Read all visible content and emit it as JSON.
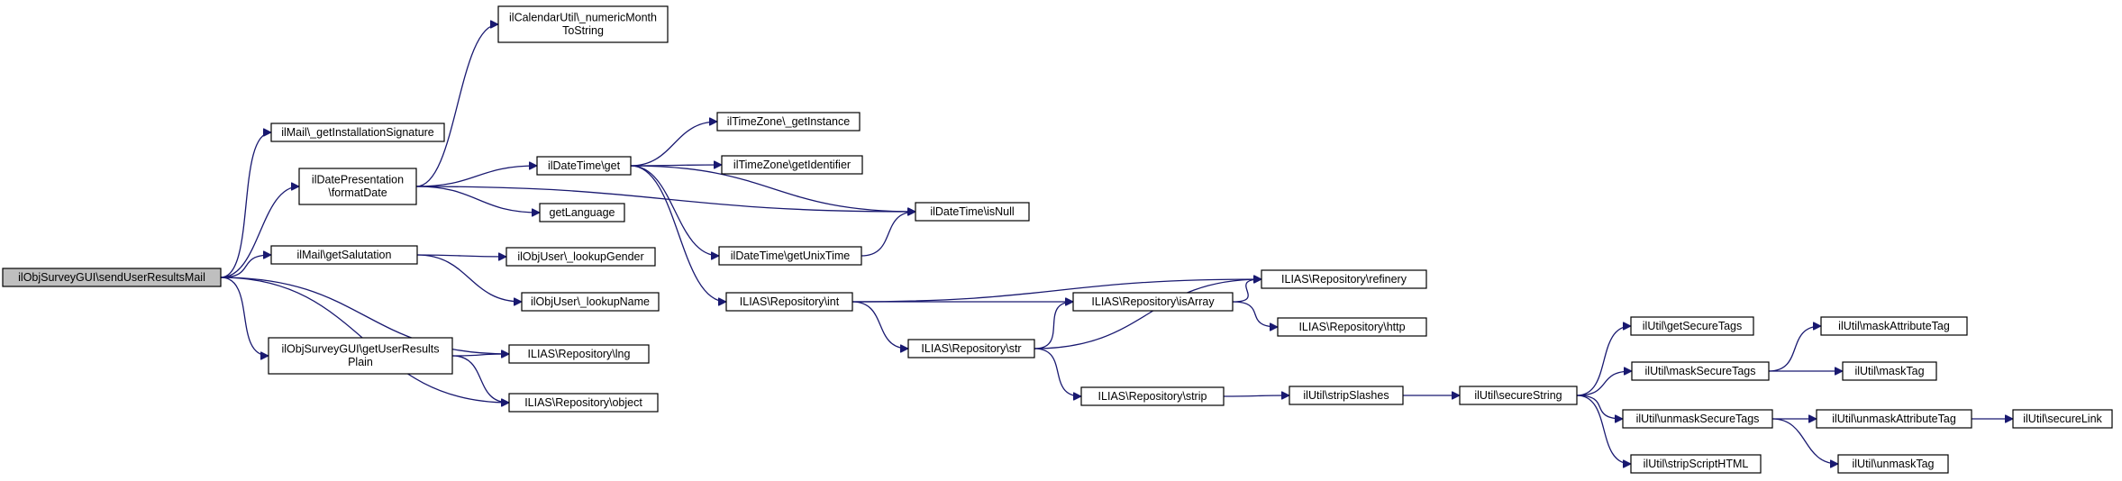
{
  "graph": {
    "nodes": [
      {
        "id": "root",
        "lines": [
          "ilObjSurveyGUI\\sendUserResultsMail"
        ],
        "root": true
      },
      {
        "id": "getInstSig",
        "lines": [
          "ilMail\\_getInstallationSignature"
        ]
      },
      {
        "id": "formatDate",
        "lines": [
          "ilDatePresentation",
          "\\formatDate"
        ]
      },
      {
        "id": "getSalutation",
        "lines": [
          "ilMail\\getSalutation"
        ]
      },
      {
        "id": "getUserResultsPlain",
        "lines": [
          "ilObjSurveyGUI\\getUserResults",
          "Plain"
        ]
      },
      {
        "id": "numericMonth",
        "lines": [
          "ilCalendarUtil\\_numericMonth",
          "ToString"
        ]
      },
      {
        "id": "dtGet",
        "lines": [
          "ilDateTime\\get"
        ]
      },
      {
        "id": "getLanguage",
        "lines": [
          "getLanguage"
        ]
      },
      {
        "id": "lookupGender",
        "lines": [
          "ilObjUser\\_lookupGender"
        ]
      },
      {
        "id": "lookupName",
        "lines": [
          "ilObjUser\\_lookupName"
        ]
      },
      {
        "id": "lng",
        "lines": [
          "ILIAS\\Repository\\lng"
        ]
      },
      {
        "id": "object",
        "lines": [
          "ILIAS\\Repository\\object"
        ]
      },
      {
        "id": "tzGetInstance",
        "lines": [
          "ilTimeZone\\_getInstance"
        ]
      },
      {
        "id": "tzGetIdentifier",
        "lines": [
          "ilTimeZone\\getIdentifier"
        ]
      },
      {
        "id": "getUnixTime",
        "lines": [
          "ilDateTime\\getUnixTime"
        ]
      },
      {
        "id": "isNull",
        "lines": [
          "ilDateTime\\isNull"
        ]
      },
      {
        "id": "repoInt",
        "lines": [
          "ILIAS\\Repository\\int"
        ]
      },
      {
        "id": "repoStr",
        "lines": [
          "ILIAS\\Repository\\str"
        ]
      },
      {
        "id": "isArray",
        "lines": [
          "ILIAS\\Repository\\isArray"
        ]
      },
      {
        "id": "refinery",
        "lines": [
          "ILIAS\\Repository\\refinery"
        ]
      },
      {
        "id": "http",
        "lines": [
          "ILIAS\\Repository\\http"
        ]
      },
      {
        "id": "strip",
        "lines": [
          "ILIAS\\Repository\\strip"
        ]
      },
      {
        "id": "stripSlashes",
        "lines": [
          "ilUtil\\stripSlashes"
        ]
      },
      {
        "id": "secureString",
        "lines": [
          "ilUtil\\secureString"
        ]
      },
      {
        "id": "getSecureTags",
        "lines": [
          "ilUtil\\getSecureTags"
        ]
      },
      {
        "id": "maskSecureTags",
        "lines": [
          "ilUtil\\maskSecureTags"
        ]
      },
      {
        "id": "unmaskSecureTags",
        "lines": [
          "ilUtil\\unmaskSecureTags"
        ]
      },
      {
        "id": "stripScriptHTML",
        "lines": [
          "ilUtil\\stripScriptHTML"
        ]
      },
      {
        "id": "maskAttributeTag",
        "lines": [
          "ilUtil\\maskAttributeTag"
        ]
      },
      {
        "id": "maskTag",
        "lines": [
          "ilUtil\\maskTag"
        ]
      },
      {
        "id": "unmaskAttributeTag",
        "lines": [
          "ilUtil\\unmaskAttributeTag"
        ]
      },
      {
        "id": "unmaskTag",
        "lines": [
          "ilUtil\\unmaskTag"
        ]
      },
      {
        "id": "secureLink",
        "lines": [
          "ilUtil\\secureLink"
        ]
      }
    ],
    "edges": [
      [
        "root",
        "getInstSig"
      ],
      [
        "root",
        "formatDate"
      ],
      [
        "root",
        "getSalutation"
      ],
      [
        "root",
        "getUserResultsPlain"
      ],
      [
        "root",
        "lng"
      ],
      [
        "root",
        "object"
      ],
      [
        "formatDate",
        "numericMonth"
      ],
      [
        "formatDate",
        "dtGet"
      ],
      [
        "formatDate",
        "getLanguage"
      ],
      [
        "formatDate",
        "isNull"
      ],
      [
        "getSalutation",
        "lookupGender"
      ],
      [
        "getSalutation",
        "lookupName"
      ],
      [
        "getUserResultsPlain",
        "lng"
      ],
      [
        "getUserResultsPlain",
        "object"
      ],
      [
        "dtGet",
        "tzGetInstance"
      ],
      [
        "dtGet",
        "tzGetIdentifier"
      ],
      [
        "dtGet",
        "getUnixTime"
      ],
      [
        "dtGet",
        "isNull"
      ],
      [
        "dtGet",
        "repoInt"
      ],
      [
        "getUnixTime",
        "isNull"
      ],
      [
        "repoInt",
        "refinery"
      ],
      [
        "repoInt",
        "isArray"
      ],
      [
        "repoInt",
        "repoStr"
      ],
      [
        "repoStr",
        "isArray"
      ],
      [
        "repoStr",
        "refinery"
      ],
      [
        "repoStr",
        "strip"
      ],
      [
        "isArray",
        "refinery"
      ],
      [
        "isArray",
        "http"
      ],
      [
        "strip",
        "stripSlashes"
      ],
      [
        "stripSlashes",
        "secureString"
      ],
      [
        "secureString",
        "getSecureTags"
      ],
      [
        "secureString",
        "maskSecureTags"
      ],
      [
        "secureString",
        "unmaskSecureTags"
      ],
      [
        "secureString",
        "stripScriptHTML"
      ],
      [
        "maskSecureTags",
        "maskAttributeTag"
      ],
      [
        "maskSecureTags",
        "maskTag"
      ],
      [
        "unmaskSecureTags",
        "unmaskAttributeTag"
      ],
      [
        "unmaskSecureTags",
        "unmaskTag"
      ],
      [
        "unmaskAttributeTag",
        "secureLink"
      ]
    ]
  }
}
